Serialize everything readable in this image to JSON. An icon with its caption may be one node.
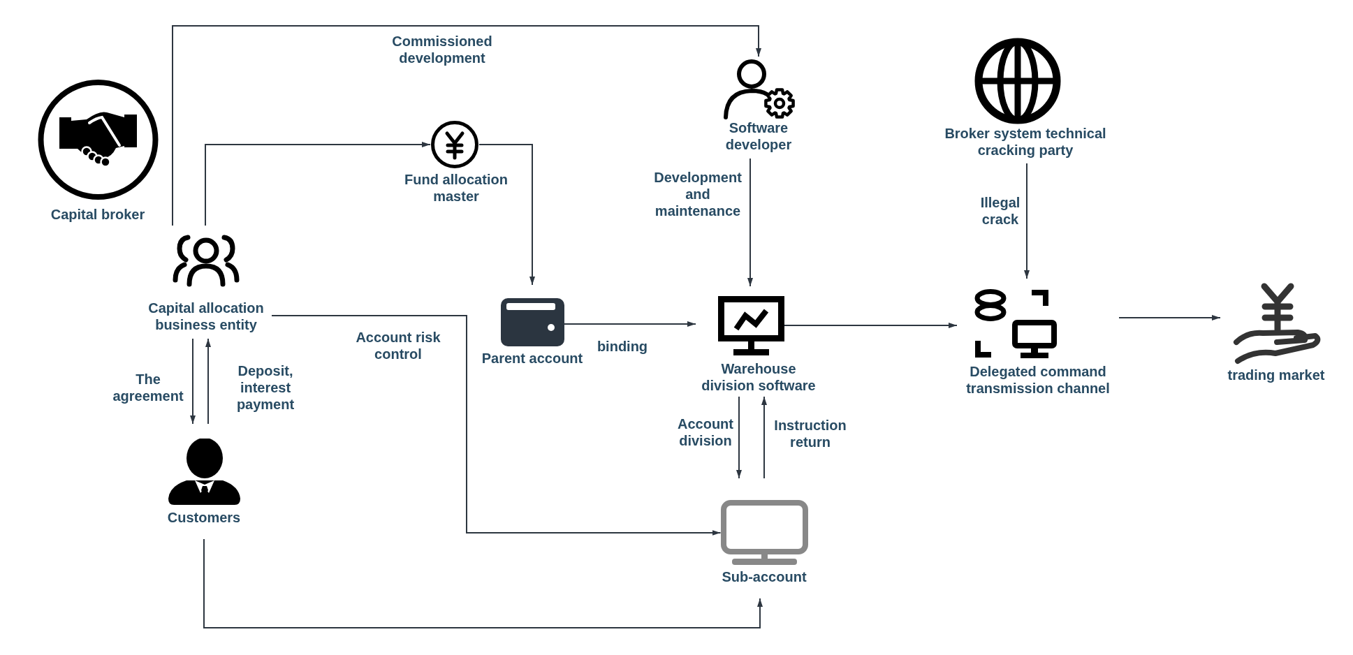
{
  "diagram": {
    "nodes": [
      {
        "text": [
          "Capital broker"
        ]
      },
      {
        "text": [
          "Fund allocation master"
        ]
      },
      {
        "text": [
          "Software developer"
        ]
      },
      {
        "text": [
          "Broker system technical cracking party"
        ]
      },
      {
        "text": [
          "Capital allocation business entity"
        ]
      },
      {
        "text": [
          "Parent account"
        ]
      },
      {
        "text": [
          "Warehouse division software"
        ]
      },
      {
        "text": [
          "Delegated command transmission channel"
        ]
      },
      {
        "text": [
          "trading market"
        ]
      },
      {
        "text": [
          "Customers"
        ]
      },
      {
        "text": [
          "Sub-account"
        ]
      }
    ],
    "edges": [
      {
        "from": 4,
        "to": 2,
        "arrow": "to",
        "label": "Commissioned development"
      },
      {
        "from": 4,
        "to": 1,
        "arrow": "to"
      },
      {
        "from": 1,
        "to": 5,
        "arrow": "to"
      },
      {
        "from": 4,
        "to": 10,
        "arrow": "to",
        "label": "Account risk control"
      },
      {
        "from": 5,
        "to": 6,
        "arrow": "to",
        "label": "binding"
      },
      {
        "from": 2,
        "to": 6,
        "arrow": "to",
        "label": "Development and maintenance"
      },
      {
        "from": 6,
        "to": 7,
        "arrow": "to"
      },
      {
        "from": 3,
        "to": 7,
        "arrow": "to",
        "label": "Illegal crack"
      },
      {
        "from": 7,
        "to": 8,
        "arrow": "to"
      },
      {
        "from": 4,
        "to": 9,
        "arrow": "to",
        "label": "The agreement"
      },
      {
        "from": 9,
        "to": 4,
        "arrow": "to",
        "label": "Deposit, interest payment"
      },
      {
        "from": 6,
        "to": 10,
        "arrow": "to",
        "label": "Account division"
      },
      {
        "from": 10,
        "to": 6,
        "arrow": "to",
        "label": "Instruction return"
      },
      {
        "from": 9,
        "to": 10,
        "arrow": "to"
      }
    ]
  }
}
